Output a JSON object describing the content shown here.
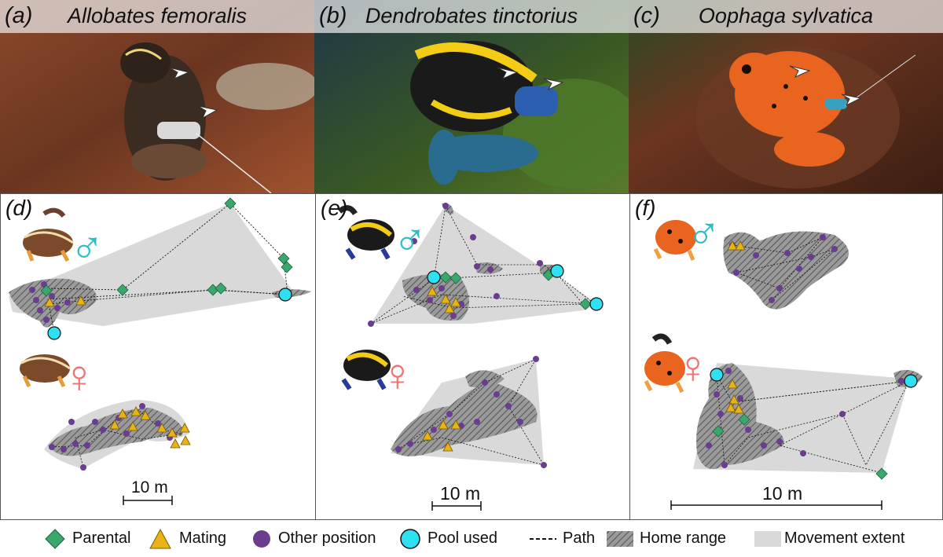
{
  "photos": [
    {
      "label": "(a)",
      "species": "Allobates femoralis",
      "bg": "#6e3a22",
      "frog": "#3b2c22",
      "accent": "#f0d27a"
    },
    {
      "label": "(b)",
      "species": "Dendrobates tinctorius",
      "bg": "#2d4a1e",
      "frog": "#1a1a1a",
      "accent": "#f3cc16"
    },
    {
      "label": "(c)",
      "species": "Oophaga sylvatica",
      "bg": "#5a2e1a",
      "frog": "#e8641f",
      "accent": "#1a0d08"
    }
  ],
  "panels": [
    {
      "label": "(d)",
      "scale": "10 m"
    },
    {
      "label": "(e)",
      "scale": "10 m"
    },
    {
      "label": "(f)",
      "scale": "10 m"
    }
  ],
  "symbols": {
    "male": "♂",
    "female": "♀",
    "male_color": "#2bbdc4",
    "female_color": "#ee7474"
  },
  "colors": {
    "parental": "#3aa86a",
    "mating": "#e8b315",
    "other": "#6a3d8f",
    "pool": "#2ee0f0",
    "home": "#7a7a7a",
    "extent": "#d9d9d9"
  },
  "legend": [
    {
      "key": "parental",
      "label": "Parental",
      "icon": "diamond-icon"
    },
    {
      "key": "mating",
      "label": "Mating",
      "icon": "triangle-icon"
    },
    {
      "key": "other",
      "label": "Other position",
      "icon": "circle-icon"
    },
    {
      "key": "pool",
      "label": "Pool used",
      "icon": "pool-circle-icon"
    },
    {
      "key": "path",
      "label": "Path",
      "icon": "dashed-line-icon"
    },
    {
      "key": "home",
      "label": "Home range",
      "icon": "hatched-box-icon"
    },
    {
      "key": "extent",
      "label": "Movement extent",
      "icon": "grey-box-icon"
    }
  ]
}
